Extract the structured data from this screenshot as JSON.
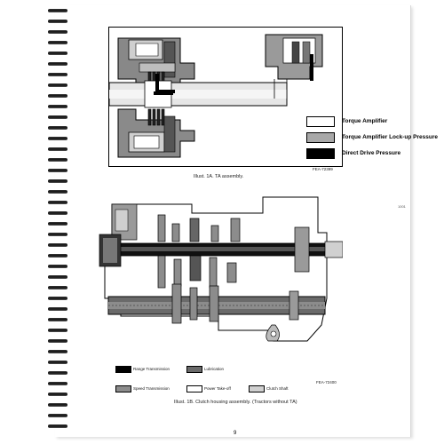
{
  "fig1a": {
    "legend": [
      {
        "label": "Torque Amplifier",
        "swatch": "#ffffff"
      },
      {
        "label": "Torque Amplifier Lock-up Pressure",
        "swatch": "#a8a8a8"
      },
      {
        "label": "Direct Drive Pressure",
        "swatch": "#000000"
      }
    ],
    "ref_code": "FEA-72399",
    "caption": "Illust. 1A.  TA assembly."
  },
  "fig1b": {
    "legend": [
      {
        "label": "Range Transmission",
        "swatch": "#000000"
      },
      {
        "label": "Lubrication",
        "swatch": "#6a6a6a"
      },
      {
        "label": "Speed Transmission",
        "swatch": "#8c8c8c"
      },
      {
        "label": "Power Take-off",
        "swatch": "#ffffff"
      },
      {
        "label": "Clutch Shaft",
        "swatch": "#d0d0d0"
      }
    ],
    "ref_code": "FEA-72400",
    "caption": "Illust. 1B.  Clutch housing assembly.  (Tractors without TA)"
  },
  "page_number": "9",
  "side_mark": "1001"
}
